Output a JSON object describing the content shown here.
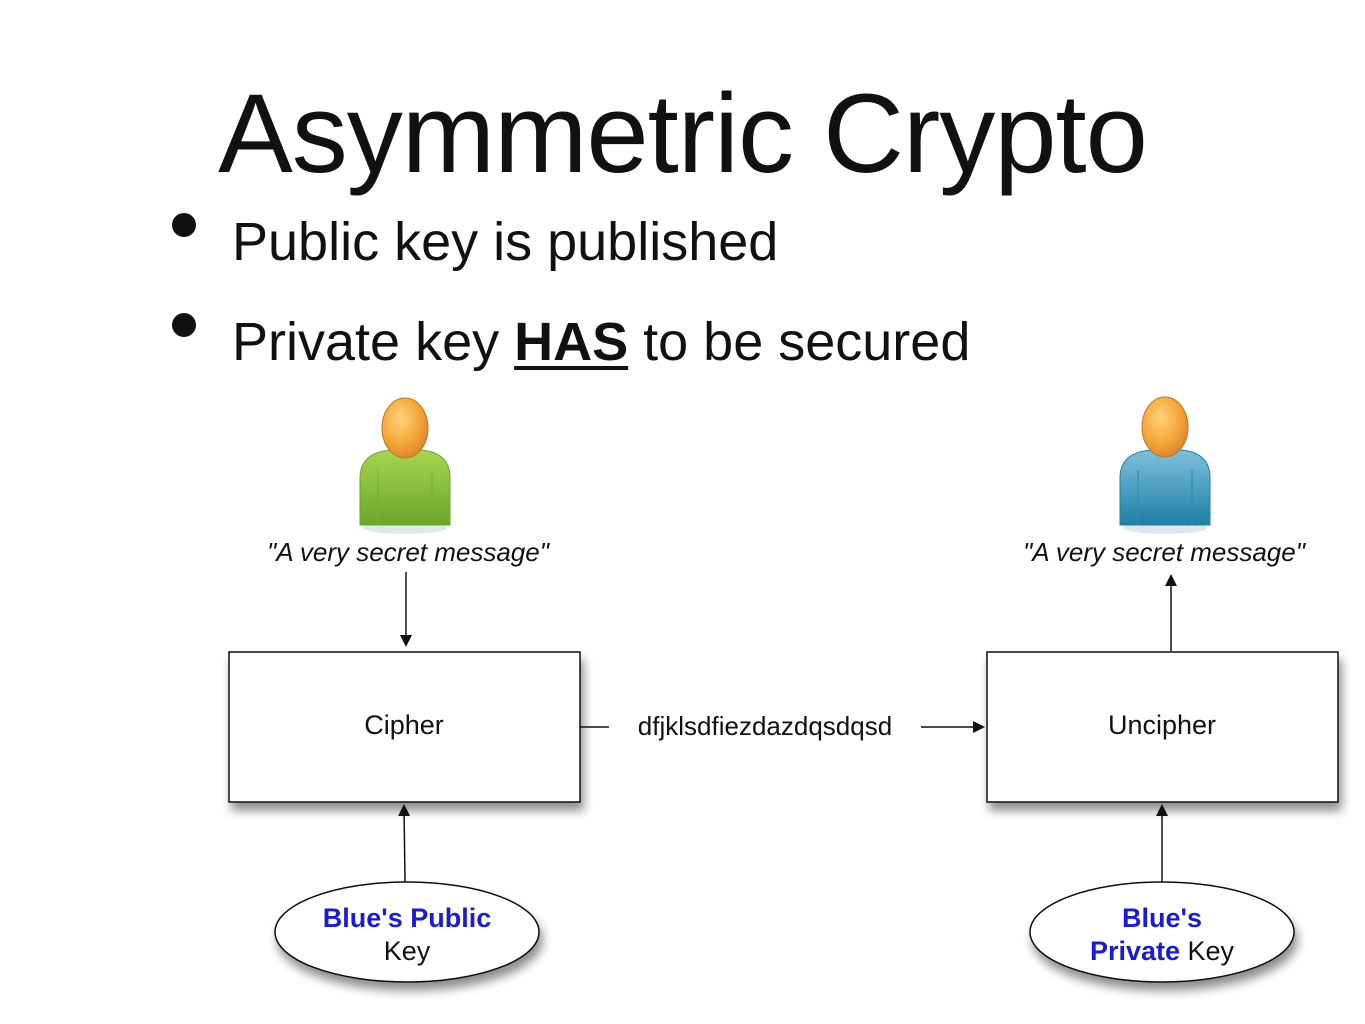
{
  "slide": {
    "title": "Asymmetric Crypto",
    "bullets": [
      {
        "text": "Public key is published"
      },
      {
        "pre": "Private key ",
        "emphasis": "HAS",
        "post": " to be secured"
      }
    ]
  },
  "diagram": {
    "sender": {
      "message": "\"A very secret message\"",
      "shirt_color": "#8cc63f",
      "icon": "person-icon"
    },
    "receiver": {
      "message": "\"A very secret message\"",
      "shirt_color": "#3a9bc1",
      "icon": "person-icon"
    },
    "cipher_box": {
      "label": "Cipher"
    },
    "uncipher_box": {
      "label": "Uncipher"
    },
    "ciphertext": "dfjklsdfiezdazdqsdqsd",
    "public_key": {
      "line1": "Blue's Public",
      "line2": "Key"
    },
    "private_key": {
      "line1": "Blue's",
      "line2_blue": "Private",
      "line2_rest": " Key"
    },
    "colors": {
      "key_blue": "#1a1adb",
      "skin": "#f4a63a"
    }
  }
}
